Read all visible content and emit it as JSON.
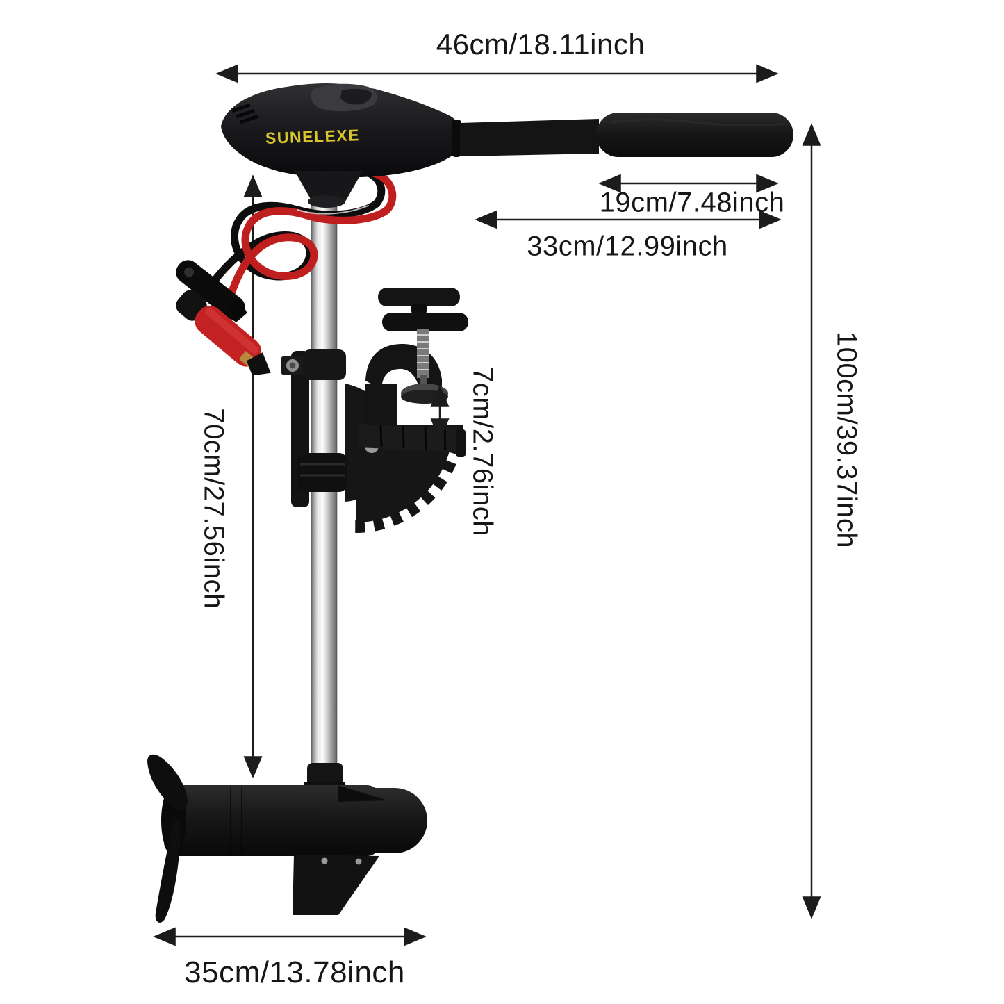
{
  "brand": {
    "name": "SUNELEXE",
    "color": "#d8c52f"
  },
  "dimensions": {
    "overall_width": "46cm/18.11inch",
    "grip_length": "19cm/7.48inch",
    "handle_length": "33cm/12.99inch",
    "overall_height": "100cm/39.37inch",
    "shaft_length": "70cm/27.56inch",
    "clamp_opening": "7cm/2.76inch",
    "motor_length": "35cm/13.78inch"
  },
  "colors": {
    "background": "#ffffff",
    "dimension_line": "#1c1c1c",
    "motor_body": "#141414",
    "cable_red": "#bf1f1f",
    "clamp_red": "#c32222",
    "shaft_steel": "#d9d9d9"
  }
}
